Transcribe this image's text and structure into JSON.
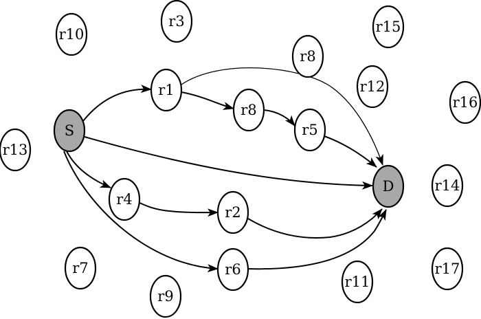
{
  "diagram": {
    "colors": {
      "endpoint_fill": "#a8a8a8",
      "relay_fill": "#ffffff",
      "stroke": "#000000"
    },
    "nodes": [
      {
        "id": "S",
        "label": "S",
        "role": "endpoint"
      },
      {
        "id": "D",
        "label": "D",
        "role": "endpoint"
      },
      {
        "id": "r1",
        "label": "r1",
        "role": "relay"
      },
      {
        "id": "r2",
        "label": "r2",
        "role": "relay"
      },
      {
        "id": "r3",
        "label": "r3",
        "role": "relay"
      },
      {
        "id": "r4",
        "label": "r4",
        "role": "relay"
      },
      {
        "id": "r5",
        "label": "r5",
        "role": "relay"
      },
      {
        "id": "r6",
        "label": "r6",
        "role": "relay"
      },
      {
        "id": "r7",
        "label": "r7",
        "role": "relay"
      },
      {
        "id": "r8a",
        "label": "r8",
        "role": "relay"
      },
      {
        "id": "r8b",
        "label": "r8",
        "role": "relay"
      },
      {
        "id": "r9",
        "label": "r9",
        "role": "relay"
      },
      {
        "id": "r10",
        "label": "r10",
        "role": "relay"
      },
      {
        "id": "r11",
        "label": "r11",
        "role": "relay"
      },
      {
        "id": "r12",
        "label": "r12",
        "role": "relay"
      },
      {
        "id": "r13",
        "label": "r13",
        "role": "relay"
      },
      {
        "id": "r14",
        "label": "r14",
        "role": "relay"
      },
      {
        "id": "r15",
        "label": "r15",
        "role": "relay"
      },
      {
        "id": "r16",
        "label": "r16",
        "role": "relay"
      },
      {
        "id": "r17",
        "label": "r17",
        "role": "relay"
      }
    ],
    "edges": [
      {
        "from": "S",
        "to": "r1"
      },
      {
        "from": "r1",
        "to": "r8b"
      },
      {
        "from": "r8b",
        "to": "r5"
      },
      {
        "from": "r5",
        "to": "D"
      },
      {
        "from": "r1",
        "to": "D"
      },
      {
        "from": "S",
        "to": "D"
      },
      {
        "from": "S",
        "to": "r4"
      },
      {
        "from": "r4",
        "to": "r2"
      },
      {
        "from": "r2",
        "to": "D"
      },
      {
        "from": "S",
        "to": "r6"
      },
      {
        "from": "r6",
        "to": "D"
      }
    ]
  }
}
